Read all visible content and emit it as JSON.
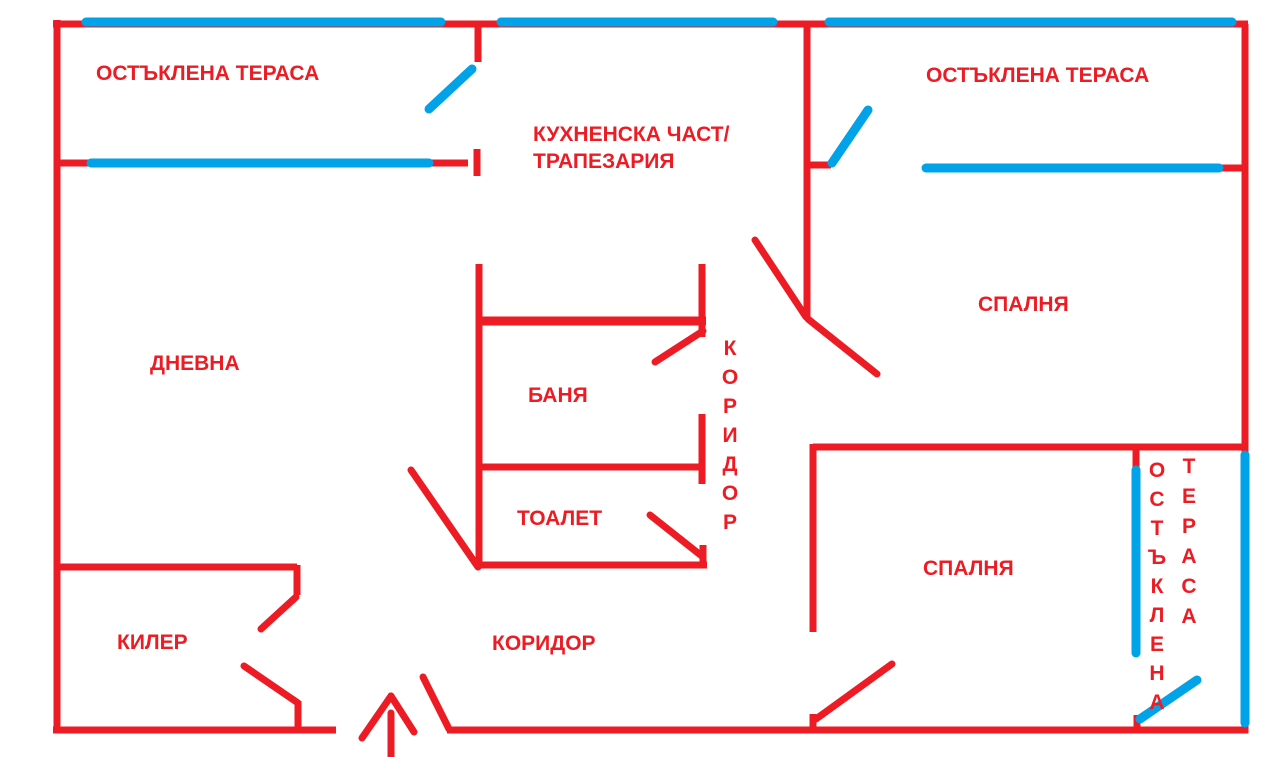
{
  "colors": {
    "wall": "#ED1C24",
    "window": "#00A2E8",
    "background": "#FFFFFF",
    "label": "#ED1C24"
  },
  "labels": {
    "terrace_top_left": "ОСТЪКЛЕНА ТЕРАСА",
    "kitchen_line1": "КУХНЕНСКА ЧАСТ/",
    "kitchen_line2": "ТРАПЕЗАРИЯ",
    "terrace_top_right": "ОСТЪКЛЕНА ТЕРАСА",
    "bedroom_upper": "СПАЛНЯ",
    "living_room": "ДНЕВНА",
    "bathroom": "БАНЯ",
    "corridor_vertical": "КОРИДОР",
    "toilet": "ТОАЛЕТ",
    "bedroom_lower": "СПАЛНЯ",
    "pantry": "КИЛЕР",
    "corridor_horizontal": "КОРИДОР",
    "terrace_right_word1": "ОСТЪКЛЕНА",
    "terrace_right_word2": "ТЕРАСА"
  }
}
